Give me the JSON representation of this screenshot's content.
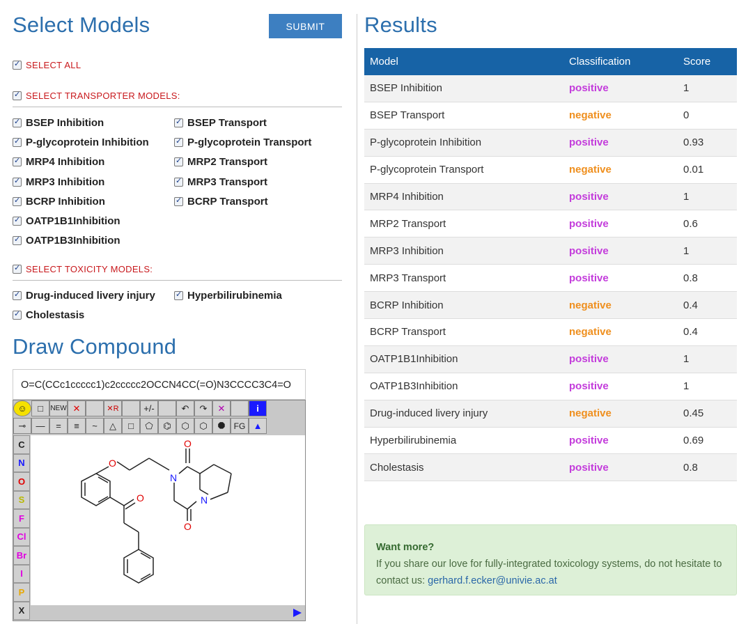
{
  "select_models": {
    "title": "Select Models",
    "submit_label": "SUBMIT",
    "select_all": "SELECT ALL",
    "transporter_header": "SELECT TRANSPORTER MODELS:",
    "transporter_left": [
      "BSEP Inhibition",
      "P-glycoprotein Inhibition",
      "MRP4 Inhibition",
      "MRP3 Inhibition",
      "BCRP Inhibition",
      "OATP1B1Inhibition",
      "OATP1B3Inhibition"
    ],
    "transporter_right": [
      "BSEP Transport",
      "P-glycoprotein Transport",
      "MRP2 Transport",
      "MRP3 Transport",
      "BCRP Transport"
    ],
    "toxicity_header": "SELECT TOXICITY MODELS:",
    "toxicity_left": [
      "Drug-induced livery injury",
      "Cholestasis"
    ],
    "toxicity_right": [
      "Hyperbilirubinemia"
    ]
  },
  "draw": {
    "title": "Draw Compound",
    "smiles": "O=C(CCc1ccccc1)c2ccccc2OCCN4CC(=O)N3CCCC3C4=O",
    "toolbar_row1": [
      "☺",
      "□",
      "NEW",
      "✕",
      "",
      "✕R",
      "",
      "+/-",
      "",
      "↶",
      "↷",
      "✕",
      "",
      "i"
    ],
    "toolbar_row2": [
      "⊸",
      "—",
      "=",
      "≡",
      "~",
      "△",
      "□",
      "⬠",
      "⌬",
      "⬡",
      "⬡",
      "⯃",
      "FG",
      "▲"
    ],
    "atoms": [
      {
        "label": "C",
        "color": "#222222"
      },
      {
        "label": "N",
        "color": "#1a1aff"
      },
      {
        "label": "O",
        "color": "#e00000"
      },
      {
        "label": "S",
        "color": "#b8b800"
      },
      {
        "label": "F",
        "color": "#e000e0"
      },
      {
        "label": "Cl",
        "color": "#e000e0"
      },
      {
        "label": "Br",
        "color": "#e000e0"
      },
      {
        "label": "I",
        "color": "#e000e0"
      },
      {
        "label": "P",
        "color": "#e8a800"
      },
      {
        "label": "X",
        "color": "#222222"
      }
    ],
    "mol_labels": {
      "o1": "O",
      "o2": "O",
      "o3": "O",
      "o4": "O",
      "n1": "N",
      "n2": "N"
    }
  },
  "results": {
    "title": "Results",
    "headers": [
      "Model",
      "Classification",
      "Score"
    ],
    "rows": [
      {
        "model": "BSEP Inhibition",
        "class": "positive",
        "score": "1"
      },
      {
        "model": "BSEP Transport",
        "class": "negative",
        "score": "0"
      },
      {
        "model": "P-glycoprotein Inhibition",
        "class": "positive",
        "score": "0.93"
      },
      {
        "model": "P-glycoprotein Transport",
        "class": "negative",
        "score": "0.01"
      },
      {
        "model": "MRP4 Inhibition",
        "class": "positive",
        "score": "1"
      },
      {
        "model": "MRP2 Transport",
        "class": "positive",
        "score": "0.6"
      },
      {
        "model": "MRP3 Inhibition",
        "class": "positive",
        "score": "1"
      },
      {
        "model": "MRP3 Transport",
        "class": "positive",
        "score": "0.8"
      },
      {
        "model": "BCRP Inhibition",
        "class": "negative",
        "score": "0.4"
      },
      {
        "model": "BCRP Transport",
        "class": "negative",
        "score": "0.4"
      },
      {
        "model": "OATP1B1Inhibition",
        "class": "positive",
        "score": "1"
      },
      {
        "model": "OATP1B3Inhibition",
        "class": "positive",
        "score": "1"
      },
      {
        "model": "Drug-induced livery injury",
        "class": "negative",
        "score": "0.45"
      },
      {
        "model": "Hyperbilirubinemia",
        "class": "positive",
        "score": "0.69"
      },
      {
        "model": "Cholestasis",
        "class": "positive",
        "score": "0.8"
      }
    ]
  },
  "want_more": {
    "title": "Want more?",
    "text": "If you share our love for fully-integrated toxicology systems, do not hesitate to contact us:",
    "email": "gerhard.f.ecker@univie.ac.at"
  },
  "colors": {
    "accent": "#1763a6",
    "positive": "#c33cdb",
    "negative": "#ef8f1e",
    "alert_bg": "#ddf0d7"
  }
}
